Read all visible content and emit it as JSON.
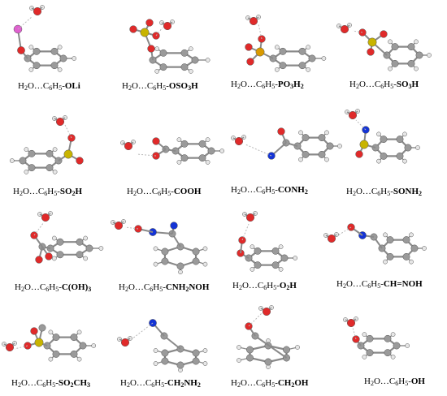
{
  "colors": {
    "carbon": "#9a9a9a",
    "hydrogen": "#e6e6e6",
    "oxygen": "#e02a2a",
    "nitrogen": "#1434d6",
    "lithium": "#e060d0",
    "sulfur_phosphorus": "#c8b400",
    "phosphorus": "#d99a00",
    "bond": "#8a8a8a",
    "hbond": "#b8b8b8"
  },
  "panels": [
    {
      "id": "OLi",
      "pre": "H2O…C6H5-",
      "tail": "OLi"
    },
    {
      "id": "OSO3H",
      "pre": "H2O…C6H5-",
      "tail": "OSO3H"
    },
    {
      "id": "PO3H2",
      "pre": "H2O…C6H5-",
      "tail": "PO3H2"
    },
    {
      "id": "SO3H",
      "pre": "H2O…C6H5-",
      "tail": "SO3H"
    },
    {
      "id": "SO2H",
      "pre": "H2O…C6H5-",
      "tail": "SO2H"
    },
    {
      "id": "COOH",
      "pre": "H2O…C6H5-",
      "tail": "COOH"
    },
    {
      "id": "CONH2",
      "pre": "H2O…C6H5-",
      "tail": "CONH2"
    },
    {
      "id": "SONH2",
      "pre": "H2O…C6H5-",
      "tail": "SONH2"
    },
    {
      "id": "COH3",
      "pre": "H2O…C6H5-",
      "tail": "C(OH)3"
    },
    {
      "id": "CNH2NOH",
      "pre": "H2O…C6H5-",
      "tail": "CNH2NOH"
    },
    {
      "id": "O2H",
      "pre": "H2O…C6H5-",
      "tail": "O2H"
    },
    {
      "id": "CHNOH",
      "pre": "H2O…C6H5-",
      "tail": "CH=NOH"
    },
    {
      "id": "SO2CH3",
      "pre": "H2O…C6H5-",
      "tail": "SO2CH3"
    },
    {
      "id": "CH2NH2",
      "pre": "H2O…C6H5-",
      "tail": "CH2NH2"
    },
    {
      "id": "CH2OH",
      "pre": "H2O…C6H5-",
      "tail": "CH2OH"
    },
    {
      "id": "OH",
      "pre": "H2O…C6H5-",
      "tail": "OH"
    }
  ]
}
